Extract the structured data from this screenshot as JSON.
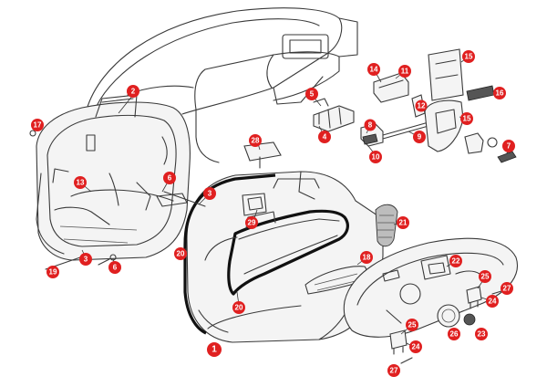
{
  "part_labels": [
    {
      "id": "1"
    },
    {
      "id": "2"
    },
    {
      "id": "3a"
    },
    {
      "id": "3b"
    },
    {
      "id": "4"
    },
    {
      "id": "5"
    },
    {
      "id": "6a"
    },
    {
      "id": "6b"
    },
    {
      "id": "7"
    },
    {
      "id": "8"
    },
    {
      "id": "9"
    },
    {
      "id": "10"
    },
    {
      "id": "11"
    },
    {
      "id": "12"
    },
    {
      "id": "13"
    },
    {
      "id": "14"
    },
    {
      "id": "15a"
    },
    {
      "id": "15b"
    },
    {
      "id": "16"
    },
    {
      "id": "17"
    },
    {
      "id": "18"
    },
    {
      "id": "19"
    },
    {
      "id": "20a"
    },
    {
      "id": "20b"
    },
    {
      "id": "21"
    },
    {
      "id": "22"
    },
    {
      "id": "23"
    },
    {
      "id": "24a"
    },
    {
      "id": "24b"
    },
    {
      "id": "25a"
    },
    {
      "id": "25b"
    },
    {
      "id": "26"
    },
    {
      "id": "27a"
    },
    {
      "id": "27b"
    },
    {
      "id": "28"
    },
    {
      "id": "29"
    }
  ],
  "labels": {
    "l1": "1",
    "l2": "2",
    "l3a": "3",
    "l3b": "3",
    "l4": "4",
    "l5": "5",
    "l6a": "6",
    "l6b": "6",
    "l7": "7",
    "l8": "8",
    "l9": "9",
    "l10": "10",
    "l11": "11",
    "l12": "12",
    "l13": "13",
    "l14": "14",
    "l15a": "15",
    "l15b": "15",
    "l16": "16",
    "l17": "17",
    "l18": "18",
    "l19": "19",
    "l20a": "20",
    "l20b": "20",
    "l21": "21",
    "l22": "22",
    "l23": "23",
    "l24a": "24",
    "l24b": "24",
    "l25a": "25",
    "l25b": "25",
    "l26": "26",
    "l27a": "27",
    "l27b": "27",
    "l28": "28",
    "l29": "29"
  },
  "colors": {
    "marker": "#e02020",
    "marker_text": "#ffffff",
    "line": "#3a3a3a"
  }
}
